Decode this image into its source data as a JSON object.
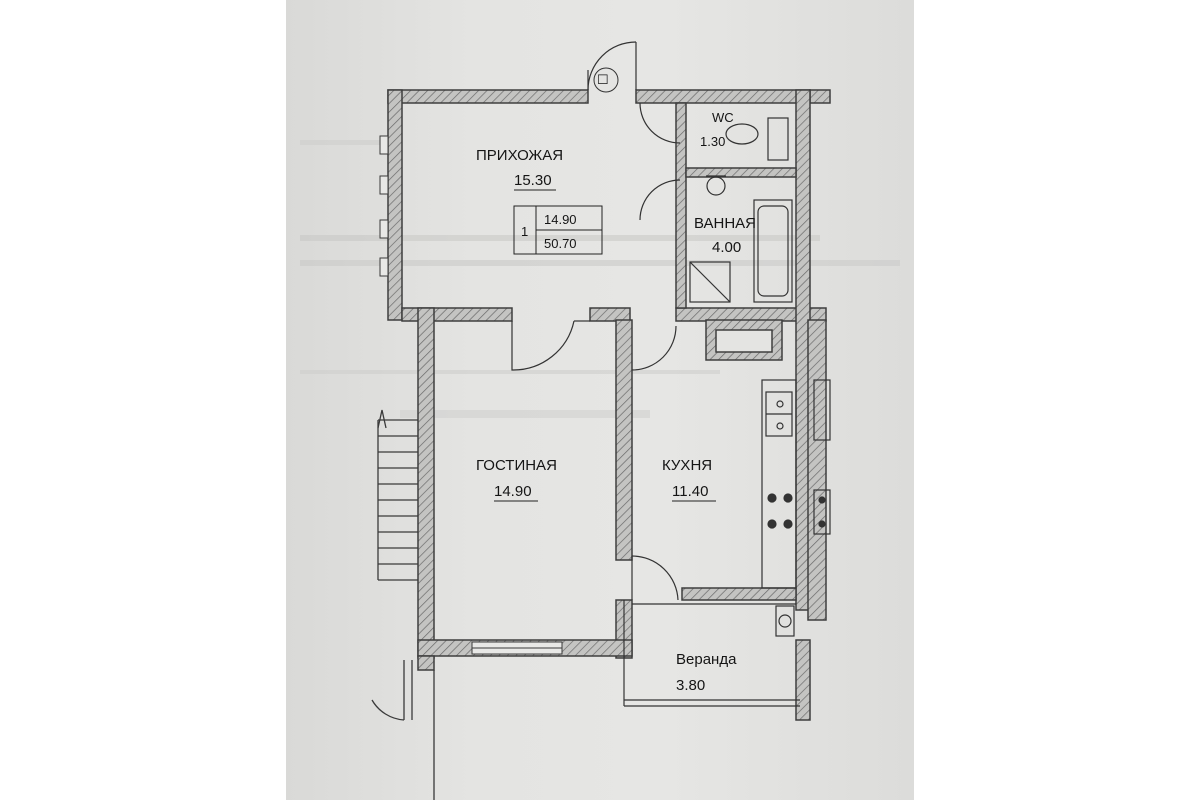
{
  "rooms": {
    "hallway": {
      "name": "ПРИХОЖАЯ",
      "area": "15.30"
    },
    "wc": {
      "name": "WC",
      "area": "1.30"
    },
    "bathroom": {
      "name": "ВАННАЯ",
      "area": "4.00"
    },
    "living": {
      "name": "ГОСТИНАЯ",
      "area": "14.90"
    },
    "kitchen": {
      "name": "КУХНЯ",
      "area": "11.40"
    },
    "veranda": {
      "name": "Веранда",
      "area": "3.80"
    }
  },
  "summary": {
    "number": "1",
    "living_area": "14.90",
    "total_area": "50.70"
  },
  "colors": {
    "paper": "#e4e4e2",
    "wall": "#4a4a4a",
    "wall_fill": "#bdbdbd",
    "ink": "#151515",
    "ghost": "#b9b9b7"
  }
}
